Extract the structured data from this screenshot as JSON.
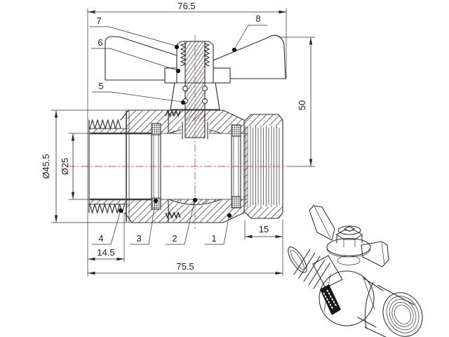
{
  "drawing": {
    "dimensions": {
      "overall_width": "76.5",
      "handle_height": "50",
      "outer_diameter": "Ø45.5",
      "bore_diameter": "Ø25",
      "thread_length": "14.5",
      "body_length": "75.5",
      "union_nut_length": "15"
    },
    "callouts": {
      "c1": "1",
      "c2": "2",
      "c3": "3",
      "c4": "4",
      "c5": "5",
      "c6": "6",
      "c7": "7",
      "c8": "8"
    },
    "colors": {
      "line": "#2b2b2b",
      "centerline": "#cc5550",
      "background": "#ffffff"
    }
  }
}
